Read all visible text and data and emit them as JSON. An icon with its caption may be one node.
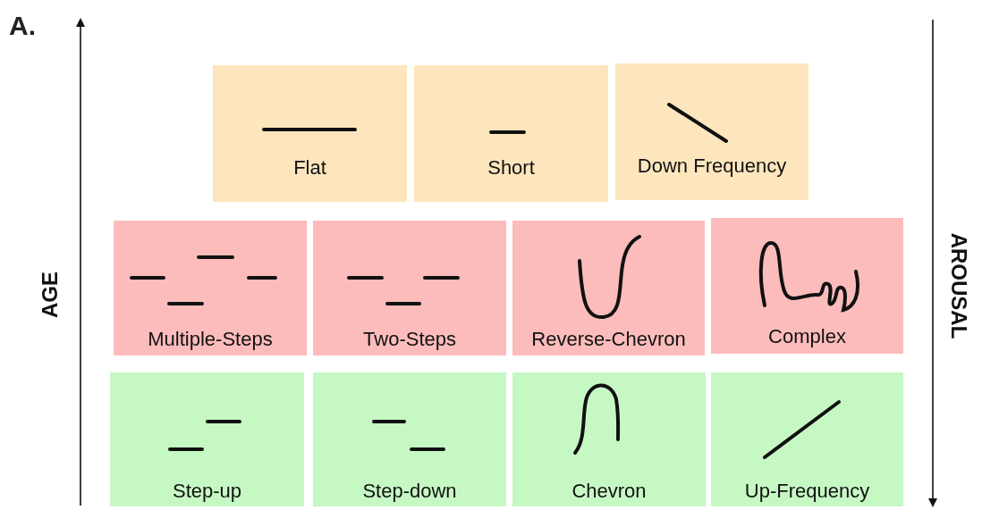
{
  "diagram": {
    "nodes": [
      {
        "text": [
          "Flat"
        ]
      },
      {
        "text": [
          "Short"
        ]
      },
      {
        "text": [
          "Down Frequency"
        ]
      },
      {
        "text": [
          "Multiple-Steps"
        ]
      },
      {
        "text": [
          "Two-Steps"
        ]
      },
      {
        "text": [
          "Reverse-Chevron"
        ]
      },
      {
        "text": [
          "Complex"
        ]
      },
      {
        "text": [
          "Step-up"
        ]
      },
      {
        "text": [
          "Step-down"
        ]
      },
      {
        "text": [
          "Chevron"
        ]
      },
      {
        "text": [
          "Up-Frequency"
        ]
      }
    ],
    "labels": [
      "A.",
      "AGE",
      "AROUSAL"
    ]
  }
}
